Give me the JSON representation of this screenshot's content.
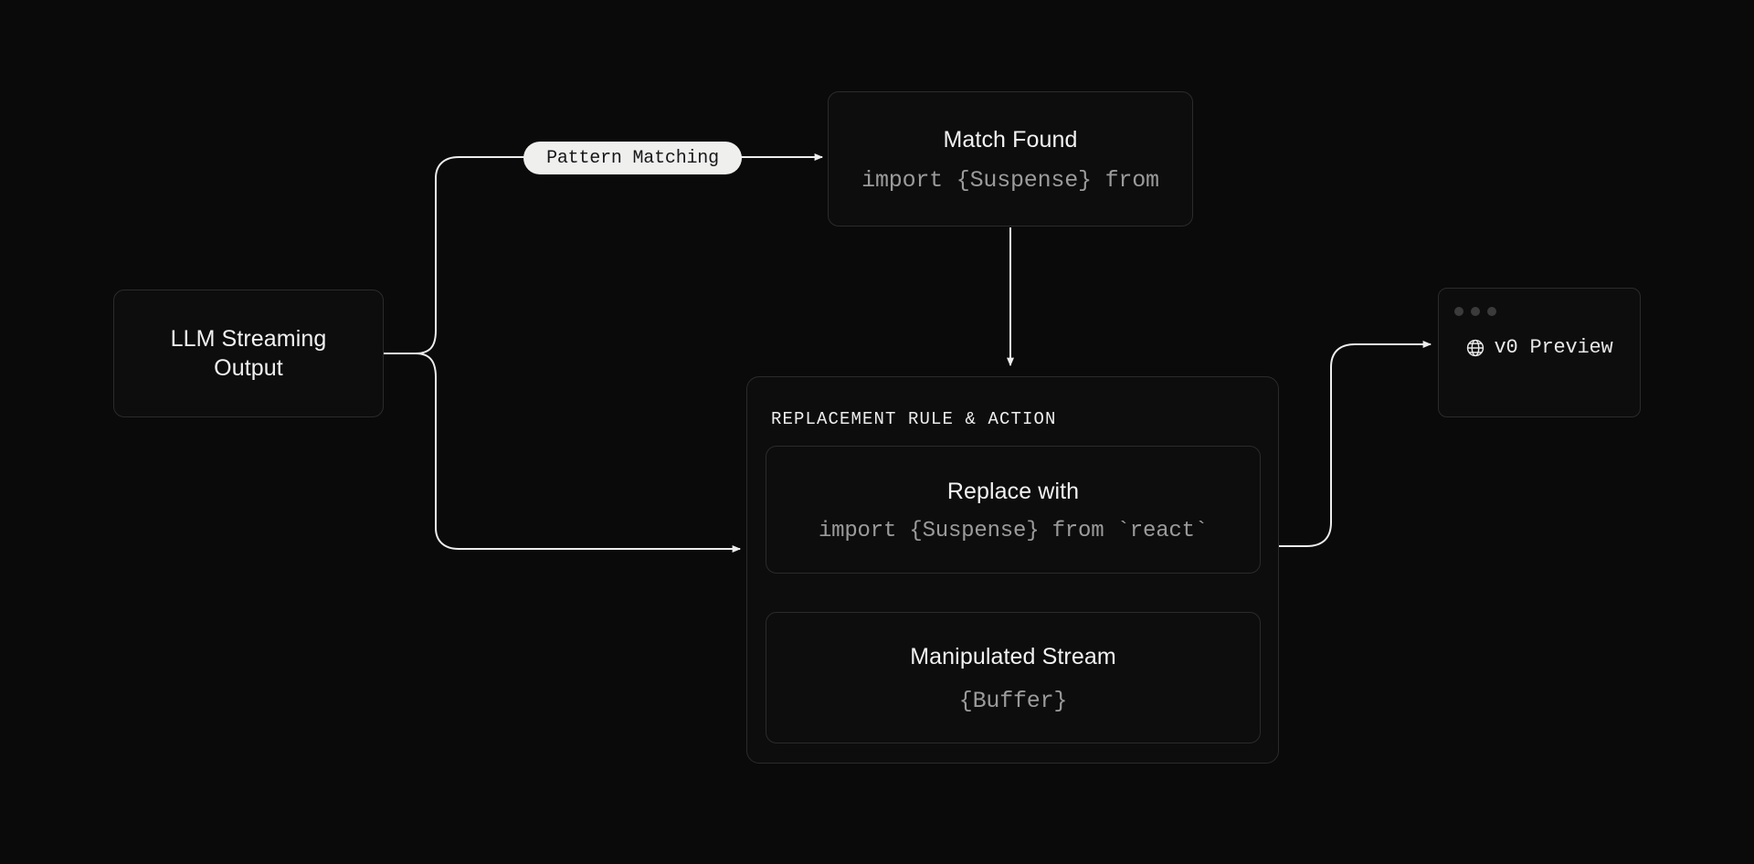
{
  "canvas": {
    "background": "#0a0a0a",
    "node_background": "#0d0d0d",
    "node_border": "#2b2b2b",
    "edge_color": "#ededed",
    "dotted_edge_color": "#8a8a8a",
    "mono_text_color": "#9b9b9b",
    "title_text_color": "#f2f2f2",
    "pill_background": "#efefee",
    "pill_text_color": "#17171a",
    "dot_color": "#3b3b3b"
  },
  "nodes": {
    "llm_streaming": {
      "title_line1": "LLM Streaming",
      "title_line2": "Output"
    },
    "pattern_matching": {
      "label": "Pattern Matching"
    },
    "match_found": {
      "title": "Match Found",
      "code": "import {Suspense} from"
    },
    "replacement_group": {
      "header": "REPLACEMENT RULE & ACTION"
    },
    "replace_with": {
      "title": "Replace with",
      "code": "import {Suspense} from `react`"
    },
    "manipulated_stream": {
      "title": "Manipulated Stream",
      "code": "{Buffer}"
    },
    "v0_preview": {
      "label": "v0 Preview",
      "icon": "globe-icon",
      "window_dots": 3
    }
  },
  "edges": [
    {
      "id": "llm-to-pattern",
      "from": "llm_streaming",
      "to": "pattern_matching",
      "style": "solid",
      "arrow": false
    },
    {
      "id": "pattern-to-match",
      "from": "pattern_matching",
      "to": "match_found",
      "style": "solid",
      "arrow": true
    },
    {
      "id": "llm-to-replacement",
      "from": "llm_streaming",
      "to": "replacement_group",
      "style": "solid",
      "arrow": true
    },
    {
      "id": "match-to-replacement",
      "from": "match_found",
      "to": "replacement_group",
      "style": "solid",
      "arrow": true
    },
    {
      "id": "replace-to-stream",
      "from": "replace_with",
      "to": "manipulated_stream",
      "style": "dotted",
      "arrow": true
    },
    {
      "id": "replace-to-preview",
      "from": "replace_with",
      "to": "v0_preview",
      "style": "solid",
      "arrow": true
    }
  ]
}
